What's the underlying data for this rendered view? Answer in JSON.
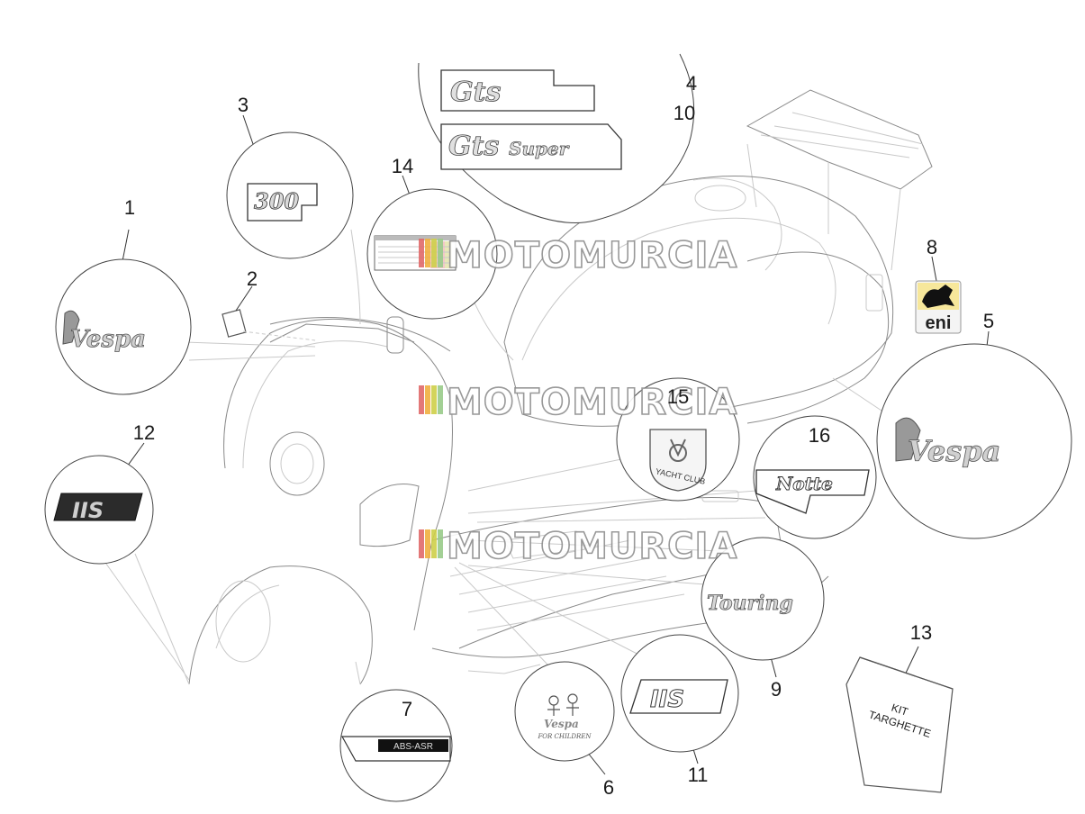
{
  "watermark": "MOTOMURCIA",
  "callouts": {
    "c1": "1",
    "c2": "2",
    "c3": "3",
    "c4": "4",
    "c5": "5",
    "c6": "6",
    "c7": "7",
    "c8": "8",
    "c9": "9",
    "c10": "10",
    "c11": "11",
    "c12": "12",
    "c13": "13",
    "c14": "14",
    "c15": "15",
    "c16": "16"
  },
  "badges": {
    "vespa": "Vespa",
    "gts": "Gts",
    "gts_super": "Gts",
    "super": "Super",
    "three_hundred": "300",
    "notte": "Notte",
    "touring": "Touring",
    "abs_asr": "ABS-ASR",
    "yacht_club": "YACHT CLUB",
    "eni": "eni",
    "ie": "IIS",
    "ie_outline": "IIS",
    "for_children": "FOR CHILDREN",
    "kit_line1": "KIT",
    "kit_line2": "TARGHETTE"
  },
  "icons": [
    "yacht-club-emblem",
    "eni-dog-logo",
    "children-figures-icon",
    "decal-kit-envelope"
  ]
}
